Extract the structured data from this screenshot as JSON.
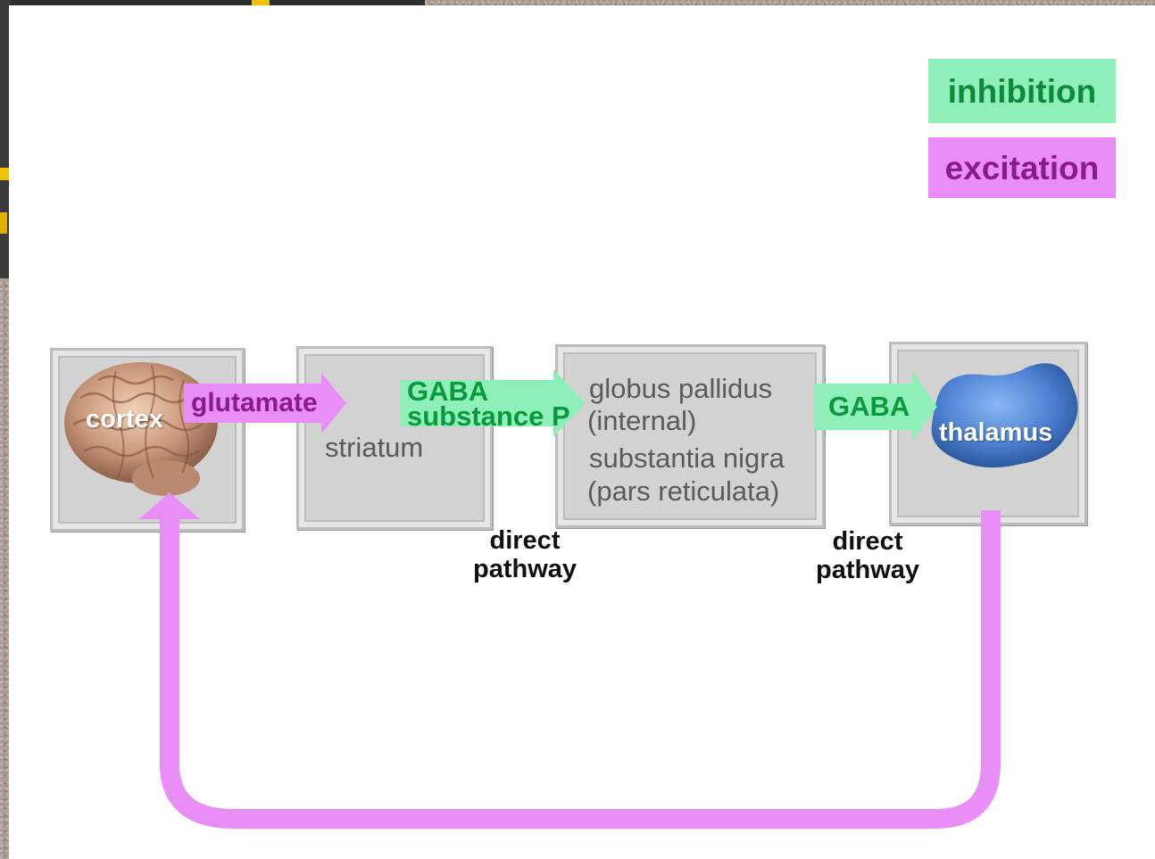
{
  "legend": {
    "inhibition": "inhibition",
    "excitation": "excitation"
  },
  "nodes": {
    "cortex": "cortex",
    "striatum": "striatum",
    "gp_line1": "globus pallidus",
    "gp_line2": "(internal)",
    "gp_line3": "substantia nigra",
    "gp_line4": "(pars reticulata)",
    "thalamus": "thalamus"
  },
  "arrows": {
    "glutamate": "glutamate",
    "gaba1_line1": "GABA",
    "gaba1_line2": "substance P",
    "gaba2": "GABA"
  },
  "pathway_labels": {
    "left_line1": "direct",
    "left_line2": "pathway",
    "right_line1": "direct",
    "right_line2": "pathway"
  },
  "colors": {
    "inhibition": "#8ef0b8",
    "excitation": "#e88ef6"
  }
}
